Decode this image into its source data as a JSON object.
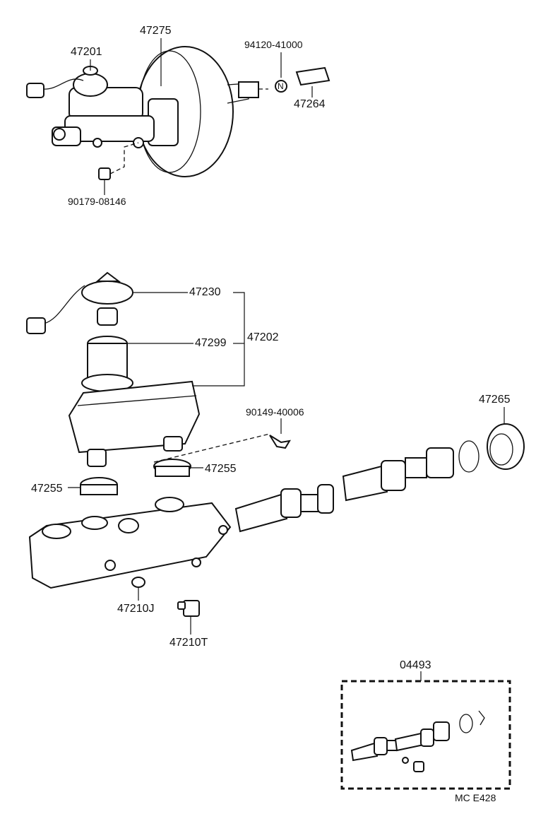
{
  "labels": {
    "p47275": "47275",
    "p47201": "47201",
    "p94120": "94120-41000",
    "p47264": "47264",
    "p90179": "90179-08146",
    "p47230": "47230",
    "p47299": "47299",
    "p47202": "47202",
    "p90149": "90149-40006",
    "p47265": "47265",
    "p47255a": "47255",
    "p47255b": "47255",
    "p47210j": "47210J",
    "p47210t": "47210T",
    "p04493": "04493",
    "nut_marker": "N",
    "code": "MC E428"
  }
}
